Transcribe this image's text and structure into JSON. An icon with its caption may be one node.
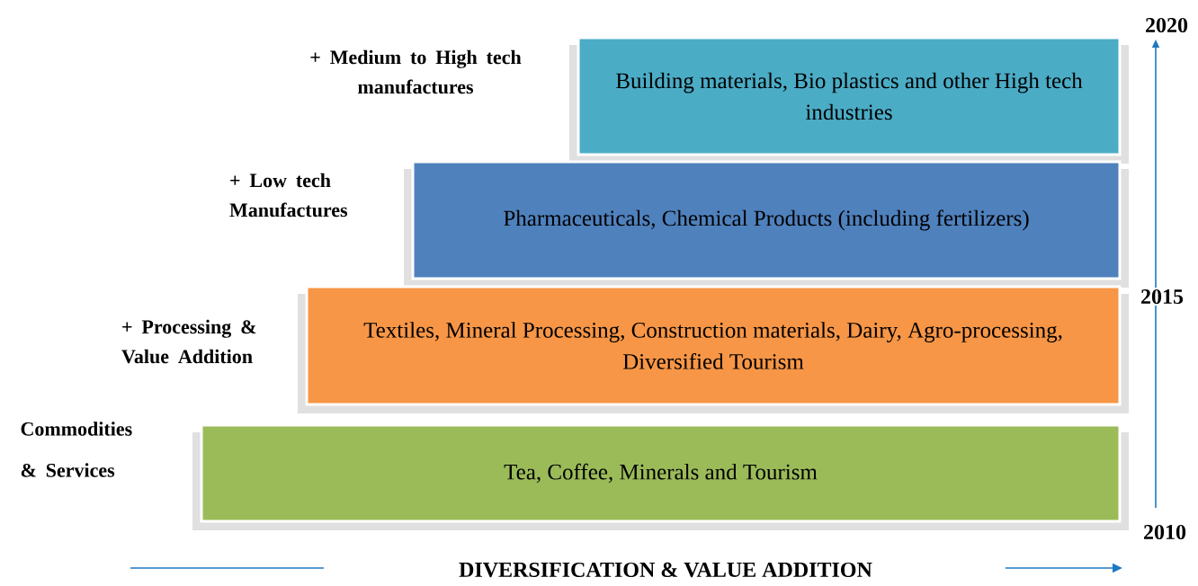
{
  "diagram": {
    "nodes": [
      {
        "text": [
          "Building materials, Bio plastics and other High tech industries"
        ],
        "beside": [
          "+ Medium to High tech manufactures"
        ]
      },
      {
        "text": [
          "Pharmaceuticals, Chemical Products (including fertilizers)"
        ],
        "beside": [
          "+ Low tech Manufactures"
        ]
      },
      {
        "text": [
          "Textiles, Mineral Processing, Construction materials, Dairy, Agro-processing, Diversified Tourism"
        ],
        "beside": [
          "+ Processing & Value Addition"
        ]
      },
      {
        "text": [
          "Tea, Coffee, Minerals and Tourism"
        ],
        "beside": [
          "Commodities & Services"
        ]
      }
    ],
    "labels": [
      "2020",
      "2015",
      "2010",
      "DIVERSIFICATION & VALUE ADDITION"
    ]
  }
}
